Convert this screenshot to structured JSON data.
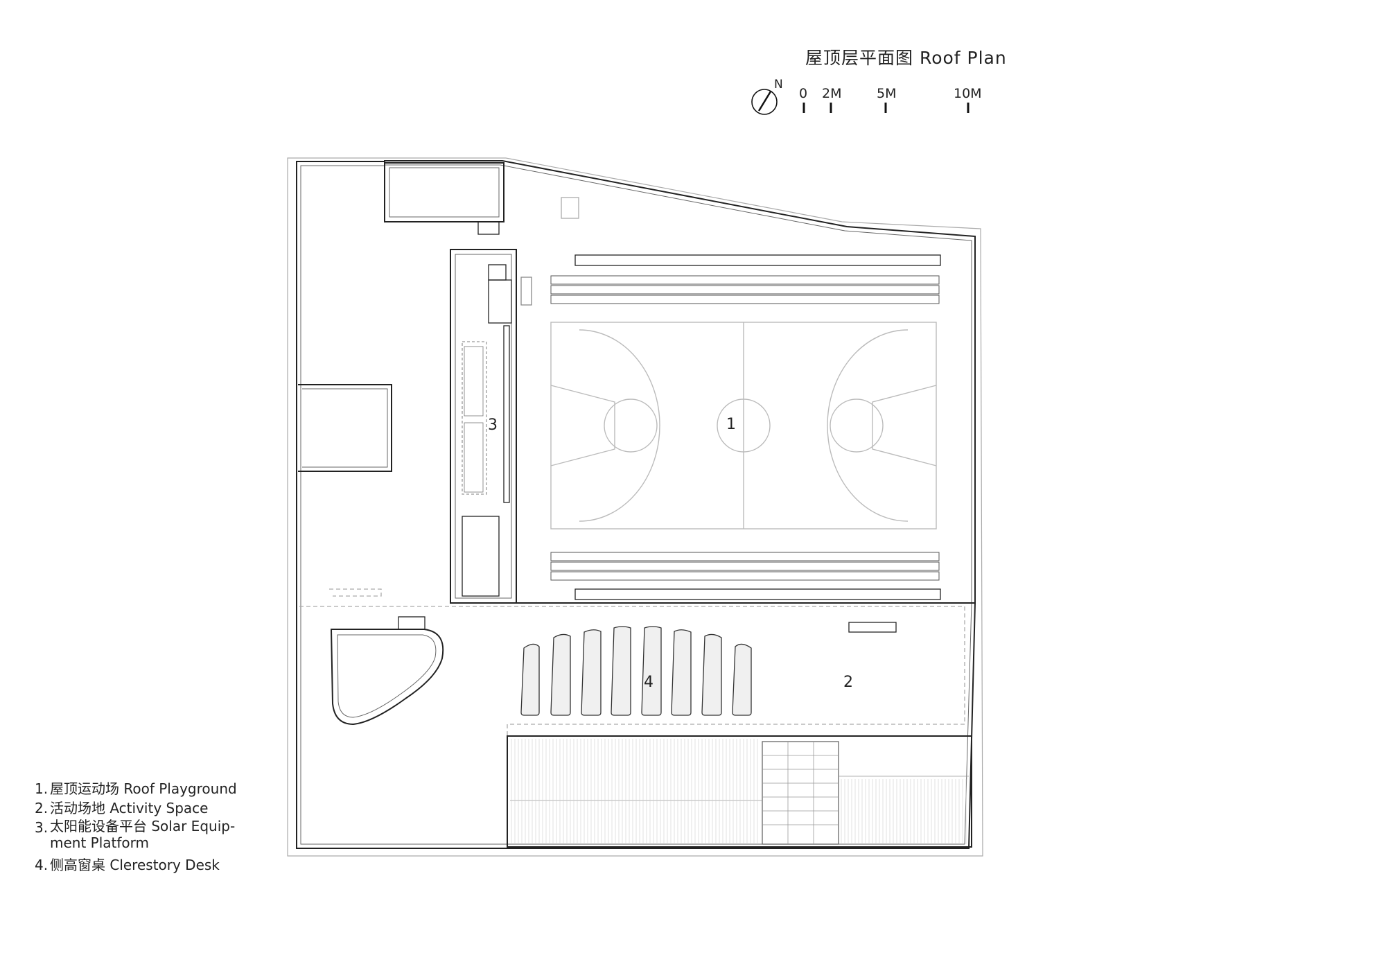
{
  "title": "屋顶层平面图  Roof  Plan",
  "north_label": "N",
  "scale_bar": [
    "0",
    "2M",
    "5M",
    "10M"
  ],
  "zone_labels": [
    "1",
    "2",
    "3",
    "4"
  ],
  "legend": [
    {
      "num": "1.",
      "text": "屋顶运动场  Roof  Playground"
    },
    {
      "num": "2.",
      "text": "活动场地  Activity Space"
    },
    {
      "num": "3.",
      "text": "太阳能设备平台  Solar  Equip-\nment Platform"
    },
    {
      "num": "4.",
      "text": "侧高窗桌  Clerestory Desk"
    }
  ]
}
